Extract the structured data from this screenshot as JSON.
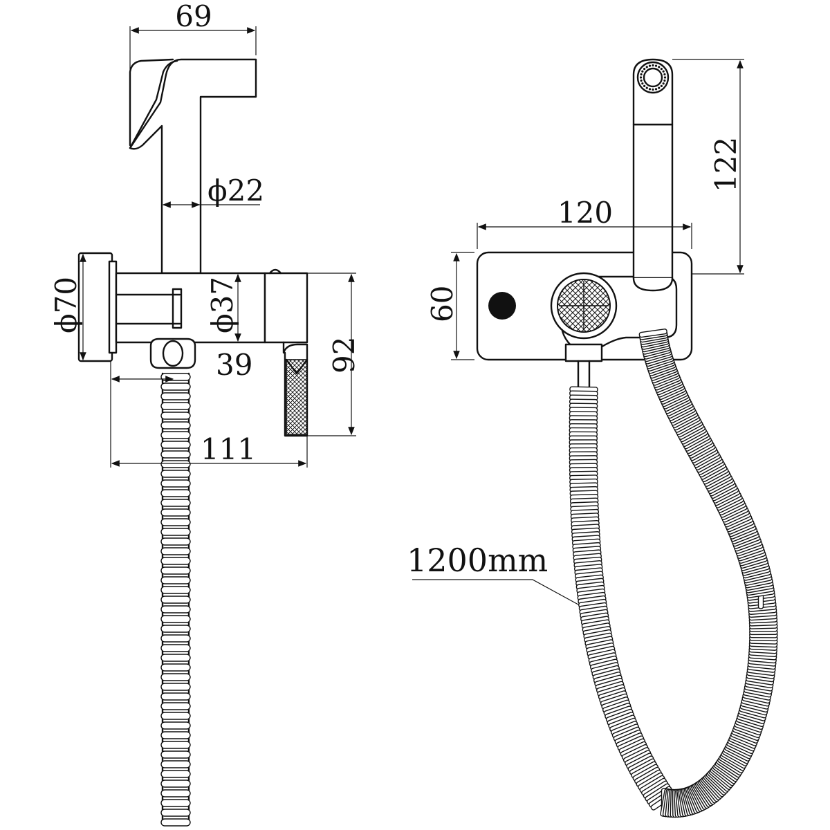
{
  "side_view": {
    "dim_head_width": "69",
    "dim_pipe_diameter": "ϕ22",
    "dim_flange_diameter": "ϕ70",
    "dim_valve_diameter": "ϕ37",
    "dim_outlet_offset": "39",
    "dim_holder_height": "92",
    "dim_total_depth": "111"
  },
  "front_view": {
    "dim_plate_width": "120",
    "dim_plate_height": "60",
    "dim_sprayer_height": "122",
    "hose_length_label": "1200mm"
  },
  "colors": {
    "line": "#111111",
    "background": "#ffffff"
  }
}
